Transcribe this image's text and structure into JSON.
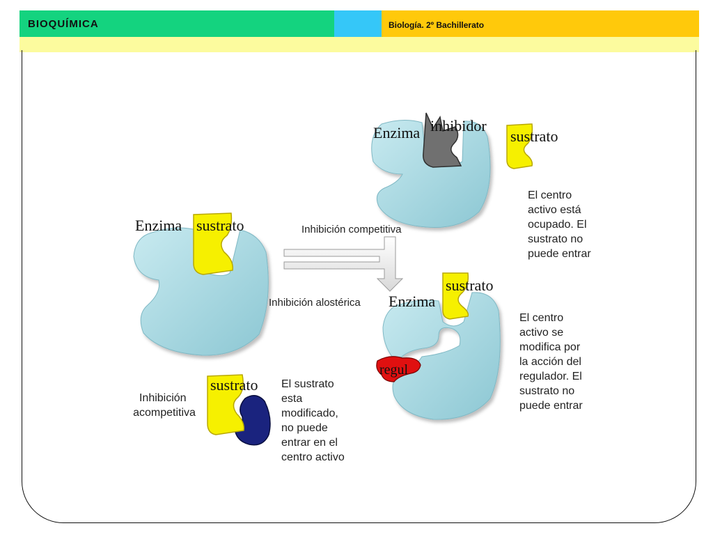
{
  "header": {
    "title": "BIOQUÍMICA",
    "subtitle": "Biología. 2º Bachillerato",
    "colors": {
      "green": "#14d37f",
      "blue": "#35c7f8",
      "orange": "#ffc90b",
      "subbar": "#fcfb9e"
    }
  },
  "diagram": {
    "main": {
      "enzyme_label": "Enzima",
      "substrate_label": "sustrato"
    },
    "competitive": {
      "arrow_label": "Inhibición competitiva",
      "enzyme_label": "Enzima",
      "inhibitor_label": "inhibidor",
      "substrate_label": "sustrato",
      "description": [
        "El centro",
        "activo está",
        "ocupado. El",
        "sustrato no",
        "puede entrar"
      ]
    },
    "allosteric": {
      "arrow_label": "Inhibición alostérica",
      "enzyme_label": "Enzima",
      "substrate_label": "sustrato",
      "regulator_label": "regul",
      "description": [
        "El centro",
        "activo se",
        "modifica por",
        "la acción del",
        "regulador. El",
        "sustrato no",
        "puede entrar"
      ]
    },
    "uncompetitive": {
      "title": [
        "Inhibición",
        "acompetitiva"
      ],
      "substrate_label": "sustrato",
      "description": [
        "El sustrato",
        "esta",
        "modificado,",
        "no puede",
        "entrar en el",
        "centro activo"
      ]
    },
    "colors": {
      "enzyme": "#a9dbe4",
      "substrate": "#f6f000",
      "inhibitor": "#707070",
      "regulator": "#e01010",
      "modifier": "#1a237e"
    }
  }
}
